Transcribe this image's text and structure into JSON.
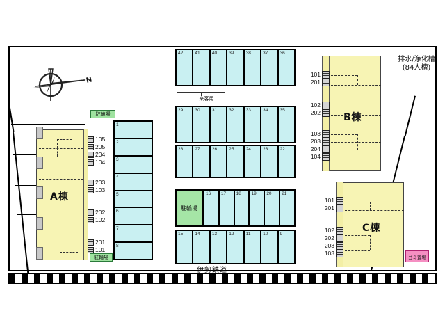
{
  "plan": {
    "title_septic": "排水/浄化槽",
    "title_septic_sub": "(84人槽)",
    "railway_label": "伊勢鉄道",
    "compass_label": "N"
  },
  "buildings": [
    {
      "id": "a",
      "name": "A棟",
      "rooms": [
        "105",
        "205",
        "204",
        "104",
        "203",
        "103",
        "202",
        "102",
        "201",
        "101"
      ]
    },
    {
      "id": "b",
      "name": "B棟",
      "rooms": [
        "101",
        "201",
        "102",
        "202",
        "103",
        "203",
        "204",
        "104"
      ]
    },
    {
      "id": "c",
      "name": "C棟",
      "rooms": [
        "101",
        "201",
        "102",
        "202",
        "203",
        "103"
      ]
    }
  ],
  "parking": {
    "visitor_label": "来客用",
    "rows": [
      {
        "id": "row1",
        "stalls": [
          "42",
          "41",
          "40",
          "39",
          "38",
          "37",
          "36"
        ]
      },
      {
        "id": "row2",
        "stalls": [
          "29",
          "30",
          "31",
          "32",
          "33",
          "34",
          "35"
        ]
      },
      {
        "id": "row3",
        "stalls": [
          "28",
          "27",
          "26",
          "25",
          "24",
          "23",
          "22"
        ]
      },
      {
        "id": "row4",
        "stalls": [
          "16",
          "17",
          "18",
          "19",
          "20",
          "21"
        ]
      },
      {
        "id": "row5",
        "stalls": [
          "15",
          "14",
          "13",
          "12",
          "11",
          "10",
          "9"
        ]
      }
    ]
  },
  "facilities": {
    "bicycle_a_top": "駐輪場",
    "bicycle_a_bottom": "駐輪場",
    "bicycle_center": "駐輪場",
    "garbage": "ゴミ置場"
  },
  "colors": {
    "building_fill": "#f7f4b4",
    "parking_fill": "#c9f0f2",
    "bicycle_fill": "#9fe3a0",
    "garbage_fill": "#f58fc2",
    "outline": "#000000"
  }
}
